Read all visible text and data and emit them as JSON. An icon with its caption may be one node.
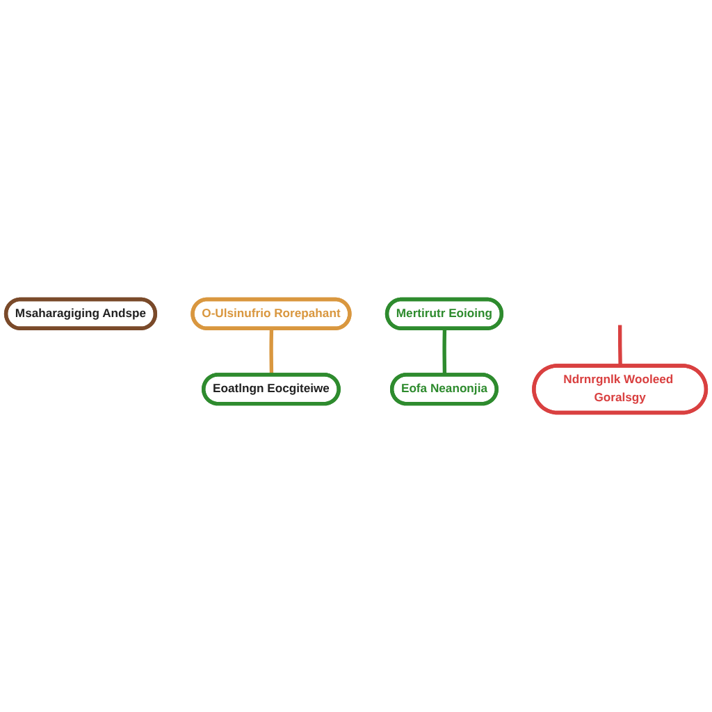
{
  "diagram": {
    "nodes": [
      {
        "text": [
          "Msaharagiging Andspe"
        ]
      },
      {
        "text": [
          "O-Ulsinufrio Rorepahant"
        ]
      },
      {
        "text": [
          "Mertirutr Eoioing"
        ]
      },
      {
        "text": [
          "Eoatlngn Eocgiteiwe"
        ]
      },
      {
        "text": [
          "Eofa Neanonjia"
        ]
      },
      {
        "text": [
          "Ndrnrgnlk Wooleed Goralsgy"
        ]
      }
    ],
    "edges": [
      {
        "from": 1,
        "to": 3,
        "arrow": "none",
        "color": "#d9973f"
      },
      {
        "from": 2,
        "to": 4,
        "arrow": "none",
        "color": "#2e8b2e"
      },
      {
        "from": null,
        "to": 5,
        "arrow": "none",
        "color": "#d94040"
      }
    ]
  }
}
